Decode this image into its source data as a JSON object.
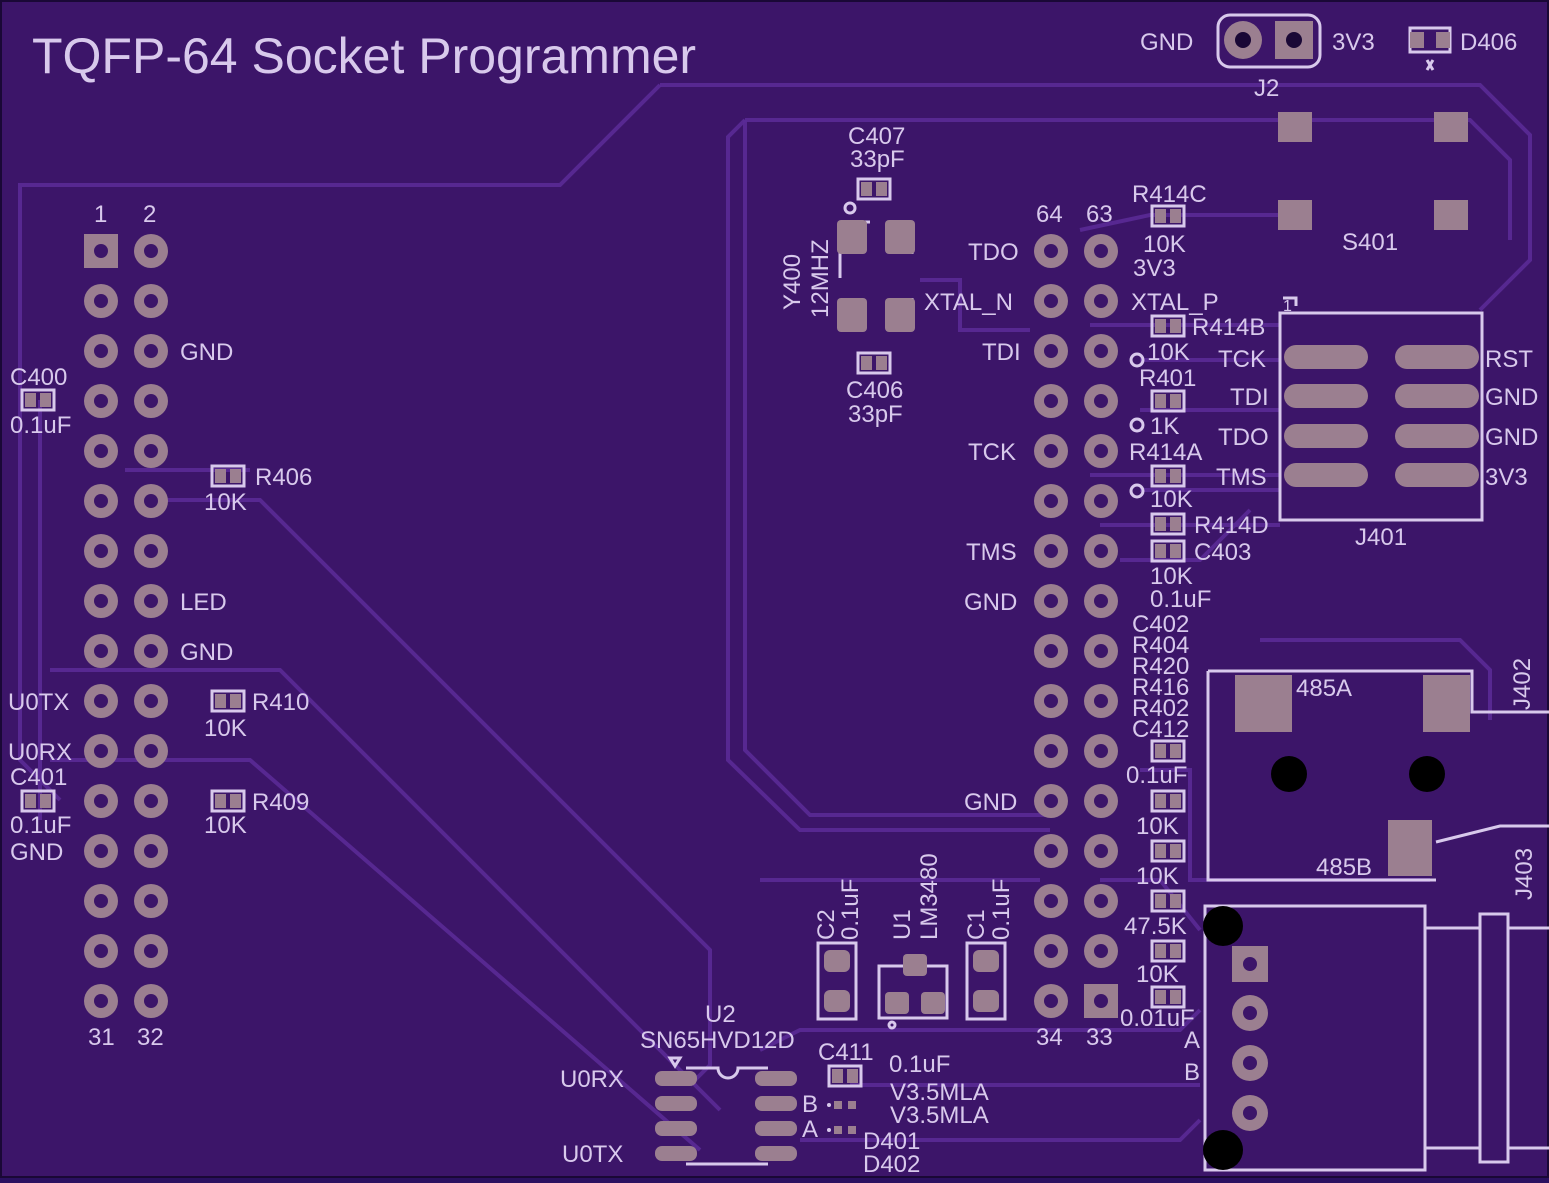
{
  "title": "TQFP-64 Socket Programmer",
  "colors": {
    "board": "#3c1569",
    "silk": "#d8c9ec",
    "copper": "#9b7f90",
    "trace": "#5a2a96"
  },
  "j2": {
    "ref": "J2",
    "left": "GND",
    "right": "3V3"
  },
  "d406": "D406",
  "s401": "S401",
  "header_left": {
    "col1": "1",
    "col2": "2",
    "bottom1": "31",
    "bottom2": "32",
    "labels_right": [
      "GND",
      "LED",
      "GND"
    ],
    "labels_left": [
      "U0TX",
      "U0RX",
      "GND"
    ]
  },
  "header_right": {
    "col1": "64",
    "col2": "63",
    "bottom1": "34",
    "bottom2": "33",
    "labels_left": [
      "TDO",
      "XTAL_N",
      "TDI",
      "TCK",
      "TMS",
      "GND",
      "GND"
    ],
    "labels_right": [
      "3V3",
      "XTAL_P"
    ]
  },
  "left_parts": [
    {
      "ref": "C400",
      "value": "0.1uF"
    },
    {
      "ref": "R406",
      "value": "10K"
    },
    {
      "ref": "R410",
      "value": "10K"
    },
    {
      "ref": "C401",
      "value": "0.1uF"
    },
    {
      "ref": "R409",
      "value": "10K"
    }
  ],
  "crystal": {
    "ref": "Y400",
    "value": "12MHZ",
    "c_top": "C407",
    "c_top_val": "33pF",
    "c_bot": "C406",
    "c_bot_val": "33pF"
  },
  "mid_parts": [
    {
      "ref": "R414C",
      "value": "10K"
    },
    {
      "ref": "R414B",
      "value": "10K"
    },
    {
      "ref": "R401",
      "value": "1K"
    },
    {
      "ref": "R414A",
      "value": "10K"
    },
    {
      "ref": "R414D",
      "value": "10K"
    },
    {
      "ref": "C403",
      "value": "0.1uF"
    }
  ],
  "stack_refs": [
    "C402",
    "R404",
    "R420",
    "R416",
    "R402",
    "C412"
  ],
  "stack_vals": [
    "0.1uF",
    "10K",
    "10K",
    "47.5K",
    "10K",
    "0.01uF"
  ],
  "j401": {
    "ref": "J401",
    "pin1": "1",
    "left": [
      "TCK",
      "TDI",
      "TDO",
      "TMS"
    ],
    "right": [
      "RST",
      "GND",
      "GND",
      "3V3"
    ]
  },
  "j402": {
    "ref": "J402",
    "a": "485A",
    "b": "485B"
  },
  "j403": {
    "ref": "J403",
    "a": "A",
    "b": "B"
  },
  "u1": {
    "ref": "U1",
    "value": "LM3480"
  },
  "c2": {
    "ref": "C2",
    "value": "0.1uF"
  },
  "c1": {
    "ref": "C1",
    "value": "0.1uF"
  },
  "u2": {
    "ref": "U2",
    "value": "SN65HVD12D",
    "rx": "U0RX",
    "tx": "U0TX",
    "b": "B",
    "a": "A"
  },
  "c411": {
    "ref": "C411",
    "value": "0.1uF"
  },
  "tvs": {
    "v1": "V3.5MLA",
    "v2": "V3.5MLA",
    "d1": "D401",
    "d2": "D402"
  }
}
